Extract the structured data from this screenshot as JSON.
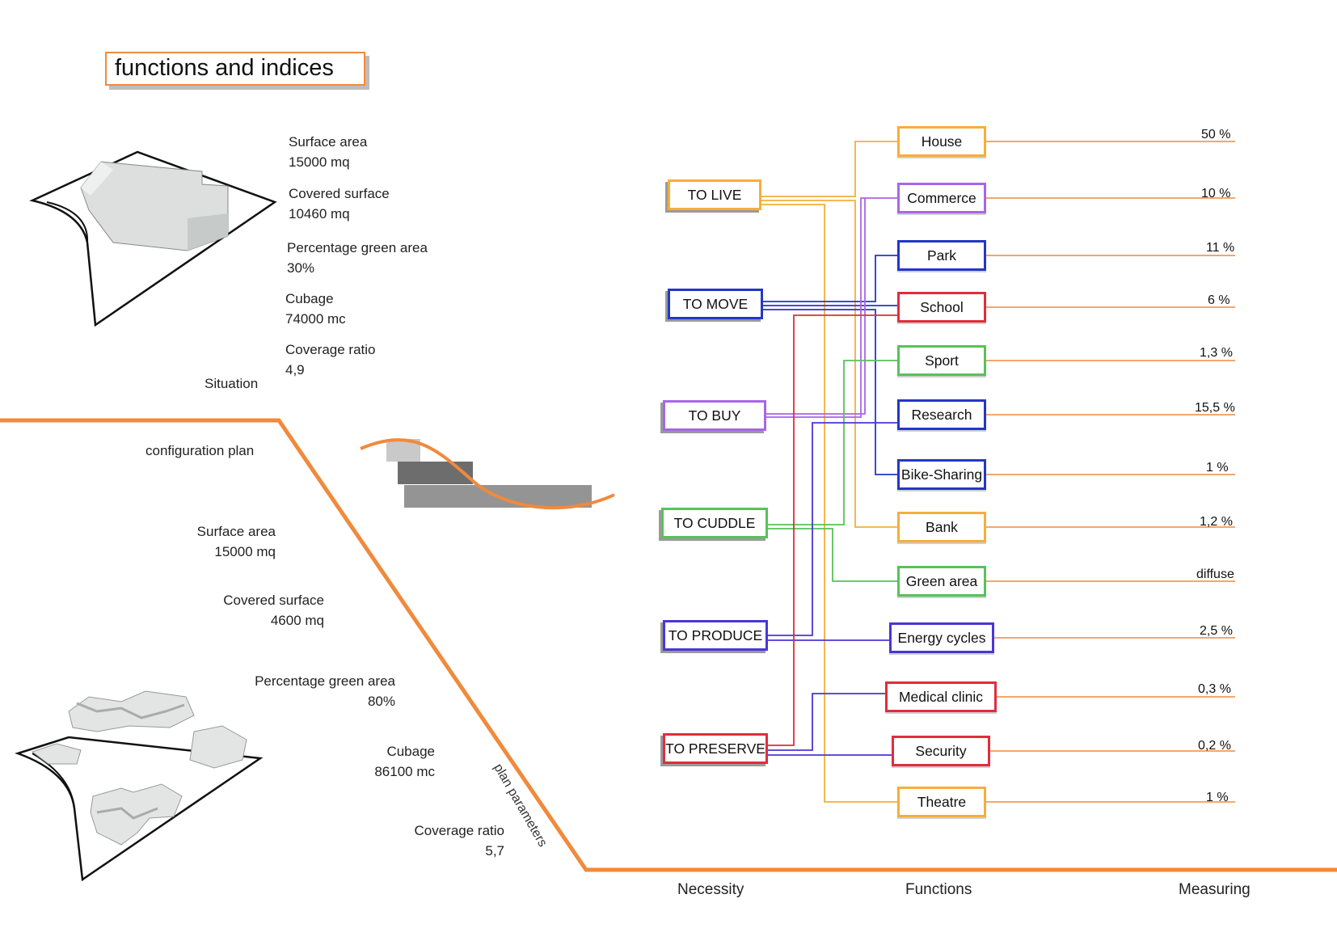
{
  "title": "functions and indices",
  "situation": {
    "label": "Situation",
    "indices": [
      {
        "name": "Surface area",
        "value": "15000 mq"
      },
      {
        "name": "Covered surface",
        "value": "10460 mq"
      },
      {
        "name": "Percentage green area",
        "value": "30%"
      },
      {
        "name": "Cubage",
        "value": "74000 mc"
      },
      {
        "name": "Coverage ratio",
        "value": "4,9"
      }
    ]
  },
  "configuration": {
    "label": "configuration plan",
    "indices": [
      {
        "name": "Surface area",
        "value": "15000 mq"
      },
      {
        "name": "Covered surface",
        "value": "4600 mq"
      },
      {
        "name": "Percentage green area",
        "value": "80%"
      },
      {
        "name": "Cubage",
        "value": "86100 mc"
      },
      {
        "name": "Coverage ratio",
        "value": "5,7"
      }
    ]
  },
  "plan_parameters_label": "plan parameters",
  "necessities": [
    {
      "id": "live",
      "label": "TO LIVE",
      "color": "#f5ae3c"
    },
    {
      "id": "move",
      "label": "TO MOVE",
      "color": "#2436c8"
    },
    {
      "id": "buy",
      "label": "TO BUY",
      "color": "#a766e8"
    },
    {
      "id": "cuddle",
      "label": "TO CUDDLE",
      "color": "#59c15a"
    },
    {
      "id": "produce",
      "label": "TO PRODUCE",
      "color": "#4a36d6"
    },
    {
      "id": "preserve",
      "label": "TO PRESERVE",
      "color": "#e02d3c"
    }
  ],
  "functions": [
    {
      "label": "House",
      "measure": "50 %",
      "color": "#f5ae3c"
    },
    {
      "label": "Commerce",
      "measure": "10 %",
      "color": "#a766e8"
    },
    {
      "label": "Park",
      "measure": "11 %",
      "color": "#2436c8"
    },
    {
      "label": "School",
      "measure": "6 %",
      "color": "#e02d3c"
    },
    {
      "label": "Sport",
      "measure": "1,3 %",
      "color": "#59c15a"
    },
    {
      "label": "Research",
      "measure": "15,5 %",
      "color": "#2436c8"
    },
    {
      "label": "Bike-Sharing",
      "measure": "1 %",
      "color": "#2436c8"
    },
    {
      "label": "Bank",
      "measure": "1,2 %",
      "color": "#f5ae3c"
    },
    {
      "label": "Green area",
      "measure": "diffuse",
      "color": "#59c15a"
    },
    {
      "label": "Energy cycles",
      "measure": "2,5 %",
      "color": "#4a36d6"
    },
    {
      "label": "Medical clinic",
      "measure": "0,3 %",
      "color": "#e02d3c"
    },
    {
      "label": "Security",
      "measure": "0,2 %",
      "color": "#e02d3c"
    },
    {
      "label": "Theatre",
      "measure": "1 %",
      "color": "#f5ae3c"
    }
  ],
  "columns": {
    "necessity": "Necessity",
    "functions": "Functions",
    "measuring": "Measuring"
  },
  "colors": {
    "accent": "#f08a3c"
  }
}
